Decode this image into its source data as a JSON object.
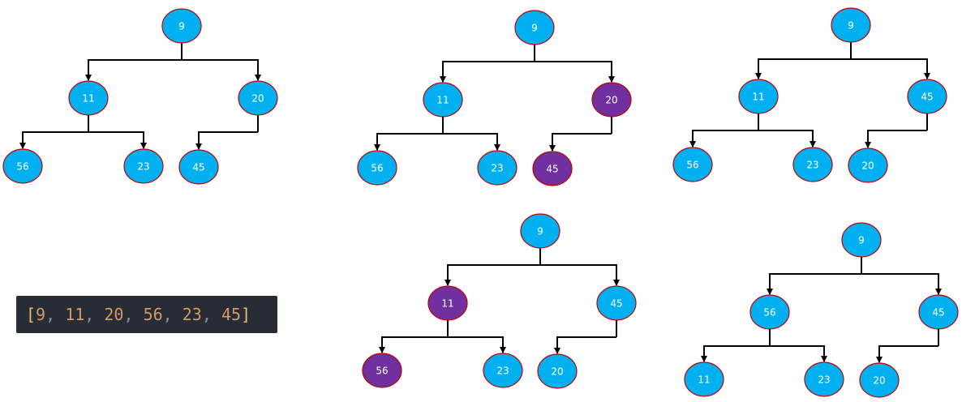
{
  "colors": {
    "default_fill": "#00b0f0",
    "highlight_fill": "#7030a0",
    "node_stroke": "#c00000",
    "edge": "#000000",
    "label": "#ffffff"
  },
  "trees": [
    {
      "id": "tree-1",
      "nodes": [
        {
          "id": "a",
          "label": "9"
        },
        {
          "id": "b",
          "label": "11"
        },
        {
          "id": "c",
          "label": "20"
        },
        {
          "id": "d",
          "label": "56"
        },
        {
          "id": "e",
          "label": "23"
        },
        {
          "id": "f",
          "label": "45"
        }
      ],
      "edges": [
        [
          "a",
          "b"
        ],
        [
          "a",
          "c"
        ],
        [
          "b",
          "d"
        ],
        [
          "b",
          "e"
        ],
        [
          "c",
          "f"
        ]
      ],
      "highlighted": []
    },
    {
      "id": "tree-2",
      "nodes": [
        {
          "id": "a",
          "label": "9"
        },
        {
          "id": "b",
          "label": "11"
        },
        {
          "id": "c",
          "label": "20"
        },
        {
          "id": "d",
          "label": "56"
        },
        {
          "id": "e",
          "label": "23"
        },
        {
          "id": "f",
          "label": "45"
        }
      ],
      "edges": [
        [
          "a",
          "b"
        ],
        [
          "a",
          "c"
        ],
        [
          "b",
          "d"
        ],
        [
          "b",
          "e"
        ],
        [
          "c",
          "f"
        ]
      ],
      "highlighted": [
        "c",
        "f"
      ]
    },
    {
      "id": "tree-3",
      "nodes": [
        {
          "id": "a",
          "label": "9"
        },
        {
          "id": "b",
          "label": "11"
        },
        {
          "id": "c",
          "label": "45"
        },
        {
          "id": "d",
          "label": "56"
        },
        {
          "id": "e",
          "label": "23"
        },
        {
          "id": "f",
          "label": "20"
        }
      ],
      "edges": [
        [
          "a",
          "b"
        ],
        [
          "a",
          "c"
        ],
        [
          "b",
          "d"
        ],
        [
          "b",
          "e"
        ],
        [
          "c",
          "f"
        ]
      ],
      "highlighted": []
    },
    {
      "id": "tree-4",
      "nodes": [
        {
          "id": "a",
          "label": "9"
        },
        {
          "id": "b",
          "label": "11"
        },
        {
          "id": "c",
          "label": "45"
        },
        {
          "id": "d",
          "label": "56"
        },
        {
          "id": "e",
          "label": "23"
        },
        {
          "id": "f",
          "label": "20"
        }
      ],
      "edges": [
        [
          "a",
          "b"
        ],
        [
          "a",
          "c"
        ],
        [
          "b",
          "d"
        ],
        [
          "b",
          "e"
        ],
        [
          "c",
          "f"
        ]
      ],
      "highlighted": [
        "b",
        "d"
      ]
    },
    {
      "id": "tree-5",
      "nodes": [
        {
          "id": "a",
          "label": "9"
        },
        {
          "id": "b",
          "label": "56"
        },
        {
          "id": "c",
          "label": "45"
        },
        {
          "id": "d",
          "label": "11"
        },
        {
          "id": "e",
          "label": "23"
        },
        {
          "id": "f",
          "label": "20"
        }
      ],
      "edges": [
        [
          "a",
          "b"
        ],
        [
          "a",
          "c"
        ],
        [
          "b",
          "d"
        ],
        [
          "b",
          "e"
        ],
        [
          "c",
          "f"
        ]
      ],
      "highlighted": []
    }
  ],
  "array_snippet": {
    "open": "[",
    "close": "]",
    "separator": ", ",
    "values": [
      "9",
      "11",
      "20",
      "56",
      "23",
      "45"
    ]
  }
}
